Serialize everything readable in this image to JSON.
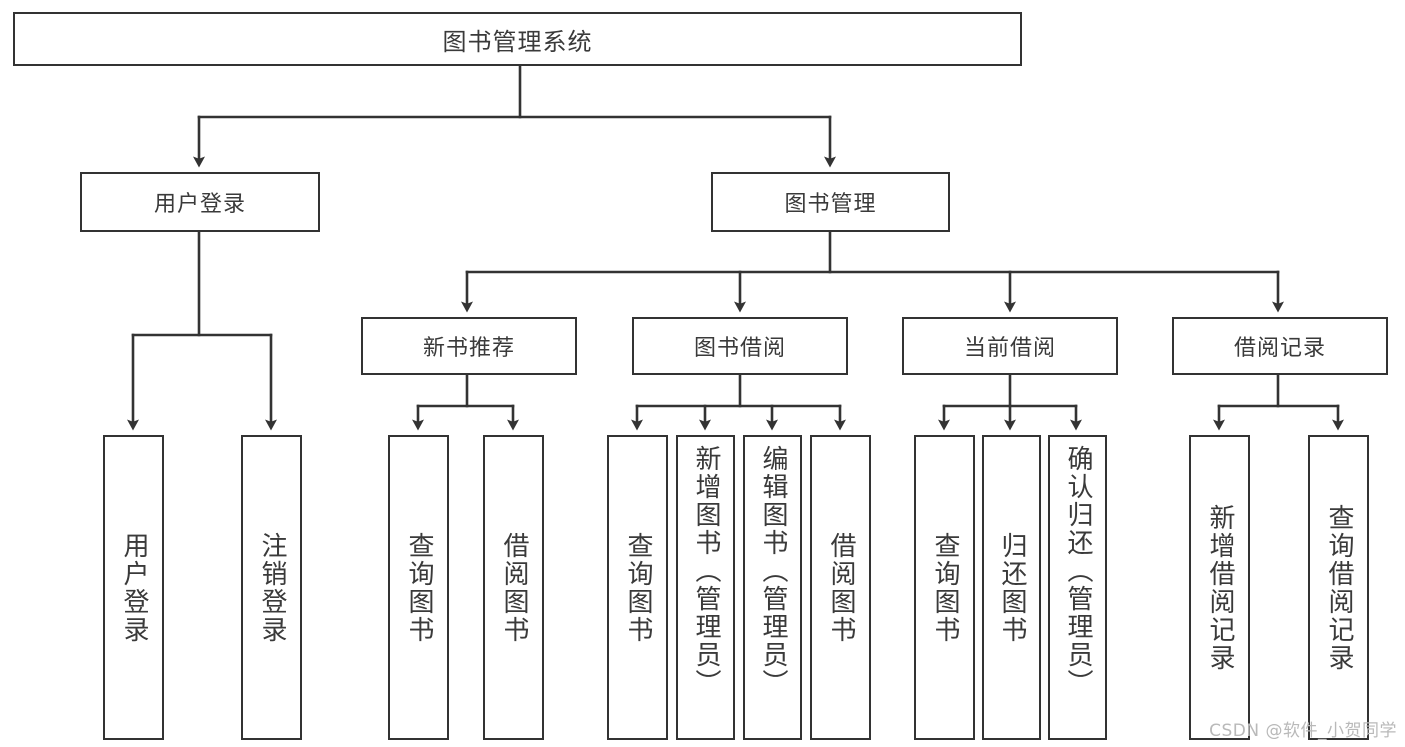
{
  "diagram": {
    "title_node": {
      "label": "图书管理系统",
      "id": "book-management-system"
    },
    "level2": [
      {
        "id": "user-login",
        "label": "用户登录"
      },
      {
        "id": "book-management",
        "label": "图书管理"
      }
    ],
    "level3": [
      {
        "id": "new-book-recommend",
        "label": "新书推荐"
      },
      {
        "id": "book-borrow",
        "label": "图书借阅"
      },
      {
        "id": "current-borrow",
        "label": "当前借阅"
      },
      {
        "id": "borrow-record",
        "label": "借阅记录"
      }
    ],
    "leaves": [
      {
        "id": "leaf-user-login",
        "label": "用户登录",
        "align": "mid"
      },
      {
        "id": "leaf-logout-login",
        "label": "注销登录",
        "align": "mid"
      },
      {
        "id": "leaf-query-book-1",
        "label": "查询图书",
        "align": "mid"
      },
      {
        "id": "leaf-borrow-book-1",
        "label": "借阅图书",
        "align": "mid"
      },
      {
        "id": "leaf-query-book-2",
        "label": "查询图书",
        "align": "mid"
      },
      {
        "id": "leaf-add-book-admin",
        "label": "新增图书（管理员）",
        "align": "top"
      },
      {
        "id": "leaf-edit-book-admin",
        "label": "编辑图书（管理员）",
        "align": "top"
      },
      {
        "id": "leaf-borrow-book-2",
        "label": "借阅图书",
        "align": "mid"
      },
      {
        "id": "leaf-query-book-3",
        "label": "查询图书",
        "align": "mid"
      },
      {
        "id": "leaf-return-book",
        "label": "归还图书",
        "align": "mid"
      },
      {
        "id": "leaf-confirm-return",
        "label": "确认归还（管理员）",
        "align": "top"
      },
      {
        "id": "leaf-add-borrow-record",
        "label": "新增借阅记录",
        "align": "mid"
      },
      {
        "id": "leaf-query-borrow-record",
        "label": "查询借阅记录",
        "align": "mid"
      }
    ]
  },
  "watermark": {
    "text": "CSDN @软件_小贺同学"
  },
  "colors": {
    "stroke": "#333333",
    "text": "#3a3a3a",
    "background": "#ffffff",
    "watermark": "#b9b9b9"
  }
}
